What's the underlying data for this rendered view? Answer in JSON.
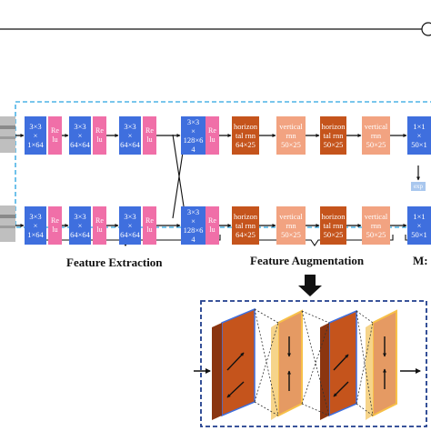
{
  "colors": {
    "conv": "#3f6fde",
    "relu": "#f06fa8",
    "horizontal_rnn": "#c5541c",
    "vertical_rnn": "#f2a381",
    "frame": "#4db3e6",
    "detail_frame": "#1f3d8c"
  },
  "rows": {
    "top": {
      "blocks": [
        {
          "kind": "conv",
          "text": "3×3\n×\n1×64"
        },
        {
          "kind": "relu",
          "text": "Re\nlu"
        },
        {
          "kind": "conv",
          "text": "3×3\n×\n64×64"
        },
        {
          "kind": "relu",
          "text": "Re\nlu"
        },
        {
          "kind": "conv",
          "text": "3×3\n×\n64×64"
        },
        {
          "kind": "relu",
          "text": "Re\nlu"
        },
        {
          "kind": "conv",
          "text": "3×3\n×\n128×6\n4"
        },
        {
          "kind": "relu",
          "text": "Re\nlu"
        },
        {
          "kind": "hrnn",
          "text": "horizon\ntal rnn\n64×25"
        },
        {
          "kind": "vrnn",
          "text": "vertical\nrnn\n50×25"
        },
        {
          "kind": "hrnn",
          "text": "horizon\ntal rnn\n50×25"
        },
        {
          "kind": "vrnn",
          "text": "vertical\nrnn\n50×25"
        },
        {
          "kind": "conv",
          "text": "1×1\n×\n50×1"
        }
      ]
    },
    "bottom": {
      "blocks": [
        {
          "kind": "conv",
          "text": "3×3\n×\n1×64"
        },
        {
          "kind": "relu",
          "text": "Re\nlu"
        },
        {
          "kind": "conv",
          "text": "3×3\n×\n64×64"
        },
        {
          "kind": "relu",
          "text": "Re\nlu"
        },
        {
          "kind": "conv",
          "text": "3×3\n×\n64×64"
        },
        {
          "kind": "relu",
          "text": "Re\nlu"
        },
        {
          "kind": "conv",
          "text": "3×3\n×\n128×6\n4"
        },
        {
          "kind": "relu",
          "text": "Re\nlu"
        },
        {
          "kind": "hrnn",
          "text": "horizon\ntal rnn\n64×25"
        },
        {
          "kind": "vrnn",
          "text": "vertical\nrnn\n50×25"
        },
        {
          "kind": "hrnn",
          "text": "horizon\ntal rnn\n50×25"
        },
        {
          "kind": "vrnn",
          "text": "vertical\nrnn\n50×25"
        },
        {
          "kind": "conv",
          "text": "1×1\n×\n50×1"
        }
      ]
    }
  },
  "exp_label": "exp",
  "sections": {
    "feature_extraction": "Feature Extraction",
    "feature_augmentation": "Feature Augmentation",
    "matching": "M:"
  }
}
